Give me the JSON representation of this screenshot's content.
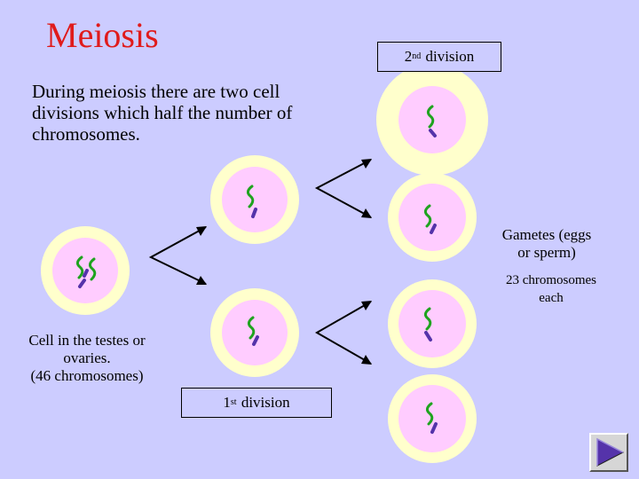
{
  "title": "Meiosis",
  "intro": "During meiosis there are two cell divisions which half the number of chromosomes.",
  "division2": {
    "num": "2",
    "sup": "nd",
    "rest": " division"
  },
  "division1": {
    "num": "1",
    "sup": "st",
    "rest": " division"
  },
  "parent_caption": [
    "Cell in the testes or",
    "ovaries.",
    "(46 chromosomes)"
  ],
  "gametes_caption": [
    "Gametes (eggs",
    "or sperm)"
  ],
  "chromosome_caption": [
    "23 chromosomes",
    "each"
  ],
  "colors": {
    "background": "#ccccff",
    "title": "#e01b1b",
    "cell_fill": "#ffffcc",
    "nucleus_fill": "#ffccff",
    "chromosome_green": "#1fa31f",
    "chromosome_purple": "#5533aa",
    "arrow": "#000000",
    "next_triangle": "#5533aa"
  },
  "icons": {
    "next": "play-triangle-icon"
  }
}
